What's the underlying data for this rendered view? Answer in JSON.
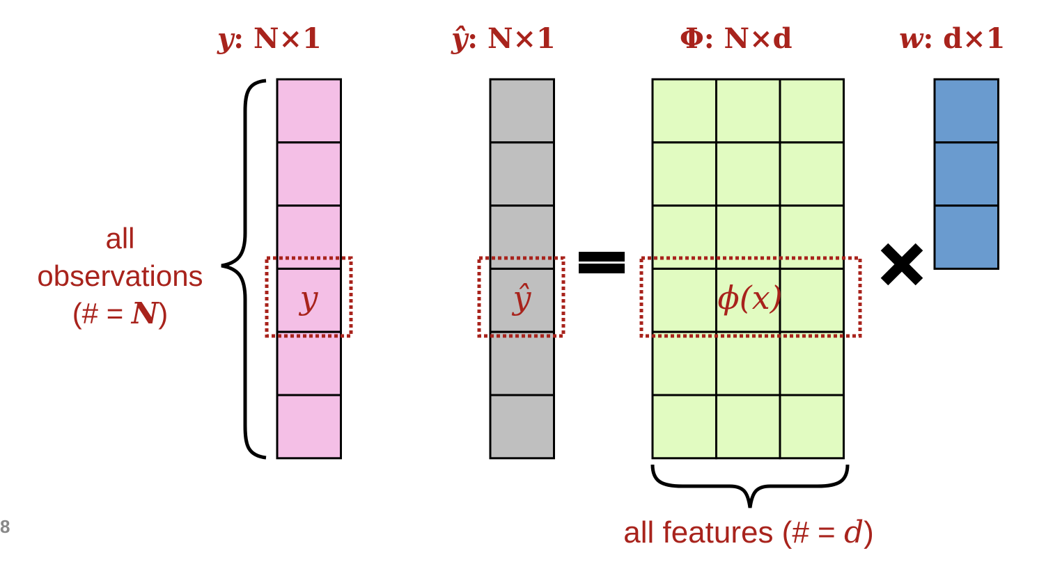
{
  "colors": {
    "accent": "#a8231c",
    "y_fill": "#f4bfe6",
    "yhat_fill": "#bfbfbf",
    "phi_fill": "#e1fbc1",
    "w_fill": "#6a9bcf",
    "outline": "#000000",
    "page_number": "#888888"
  },
  "titles": {
    "y": {
      "symbol": "y",
      "dims": ": N×1"
    },
    "yhat": {
      "symbol": "ŷ",
      "dims": ": N×1"
    },
    "phi": {
      "symbol": "Φ",
      "dims": ": N×d"
    },
    "w": {
      "symbol": "w",
      "dims": ": d×1"
    }
  },
  "matrices": {
    "y": {
      "rows": 6,
      "cols": 1
    },
    "yhat": {
      "rows": 6,
      "cols": 1
    },
    "phi": {
      "rows": 6,
      "cols": 3
    },
    "w": {
      "rows": 3,
      "cols": 1
    }
  },
  "highlighted_row_index": 3,
  "cell_labels": {
    "y": "y",
    "yhat": "ŷ",
    "phi": "ϕ(x)"
  },
  "operators": {
    "equals": "=",
    "times": "×"
  },
  "left_label": {
    "line1": "all",
    "line2": "observations",
    "line3_prefix": "(# = ",
    "line3_symbol": "N",
    "line3_suffix": ")"
  },
  "bottom_label": {
    "prefix": "all features (# = ",
    "symbol": "d",
    "suffix": ")"
  },
  "page_number": "8",
  "icons": {
    "left_brace": "curly-brace-icon",
    "bottom_brace": "curly-brace-icon",
    "times": "multiply-icon",
    "equals": "equals-icon"
  }
}
